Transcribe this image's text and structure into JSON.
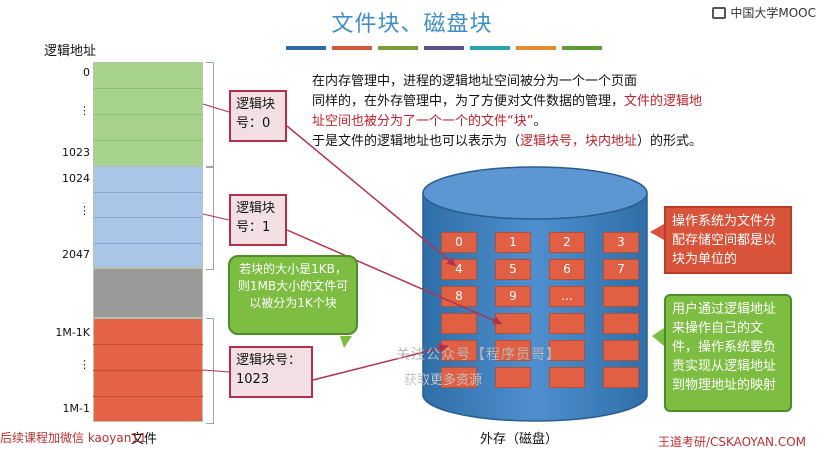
{
  "title": "文件块、磁盘块",
  "title_bar_colors": [
    "#2e6da4",
    "#d25b3f",
    "#7c9a3a",
    "#5b4f8a",
    "#2ea3b0",
    "#e58a30",
    "#5d9b3a"
  ],
  "logo": {
    "text": "中国大学MOOC"
  },
  "left_panel": {
    "heading": "逻辑地址",
    "addresses": [
      "0",
      "⋮",
      "1023",
      "1024",
      "⋮",
      "2047",
      "1M-1K",
      "⋮",
      "1M-1"
    ],
    "file_label": "文件",
    "colors": {
      "block0": "#a7d28c",
      "block1": "#a9c6e8",
      "gap": "#9a9a9a",
      "last": "#e56247"
    }
  },
  "callouts": {
    "block0": "逻辑块号：0",
    "block1": "逻辑块号：1",
    "last": "逻辑块号：1023"
  },
  "description": {
    "line1": "在内存管理中，进程的逻辑地址空间被分为一个一个页面",
    "line2_normal": "同样的，在外存管理中，为了方便对文件数据的管理，",
    "line2_highlight": "文件的逻辑地",
    "line3_highlight": "址空间也被分为了一个一个的文件“块”",
    "line3_end": "。",
    "line4_normal": "于是文件的逻辑地址也可以表示为（",
    "line4_highlight": "逻辑块号，块内地址",
    "line4_end": "）的形式。"
  },
  "disk": {
    "label": "外存（磁盘）",
    "cells": [
      "0",
      "1",
      "2",
      "3",
      "4",
      "5",
      "6",
      "7",
      "8",
      "9",
      "...",
      "",
      "",
      "",
      "",
      "",
      "",
      "",
      "",
      "",
      "",
      "",
      "",
      ""
    ]
  },
  "bubble": "若块的大小是1KB，则1MB大小的文件可以被分为1K个块",
  "notes": {
    "os": "操作系统为文件分配存储空间都是以块为单位的",
    "user": "用户通过逻辑地址来操作自己的文件，操作系统要负责实现从逻辑地址到物理地址的映射"
  },
  "watermark": "关注公众号【程序员哥】",
  "watermark2": "获取更多资源",
  "footer_left": "后续课程加微信 kaoyan11",
  "footer_right": "王道考研/CSKAOYAN.COM"
}
